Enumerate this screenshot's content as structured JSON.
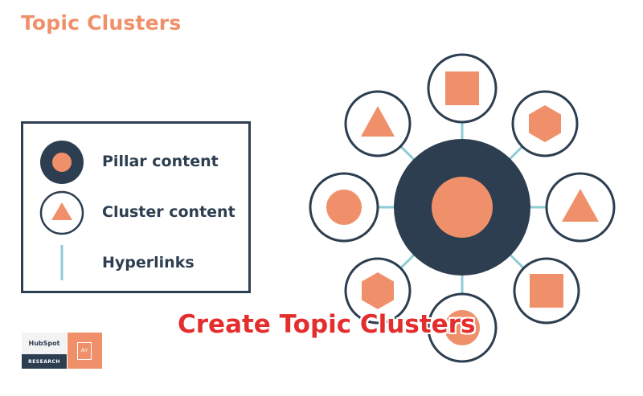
{
  "page": {
    "title": "Topic Clusters",
    "overlay_title": "Create Topic Clusters"
  },
  "legend": {
    "items": [
      {
        "label": "Pillar content",
        "icon": "pillar-icon"
      },
      {
        "label": "Cluster content",
        "icon": "cluster-icon"
      },
      {
        "label": "Hyperlinks",
        "icon": "hyperlink-icon"
      }
    ]
  },
  "branding": {
    "logo_text": "HubSpot",
    "logo_sub": "RESEARCH",
    "doc_mark": "A∕r"
  },
  "colors": {
    "accent": "#f0906a",
    "dark": "#2d3e50",
    "link": "#8fcbd4",
    "overlay": "#e42d2d"
  },
  "diagram": {
    "center_node": "pillar",
    "clusters": [
      "square",
      "hexagon",
      "triangle",
      "square",
      "circle",
      "hexagon",
      "circle",
      "triangle"
    ]
  }
}
